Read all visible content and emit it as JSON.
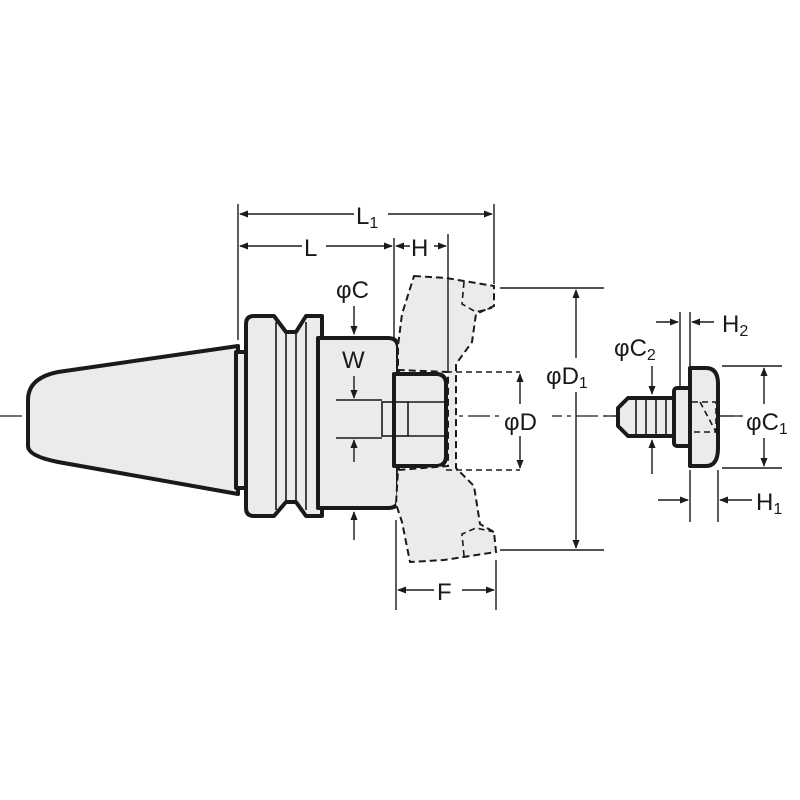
{
  "labels": {
    "L1": {
      "main": "L",
      "sub": "1"
    },
    "L": "L",
    "H": "H",
    "phiC": "φC",
    "W": "W",
    "phiD1": {
      "main": "φD",
      "sub": "1"
    },
    "phiD": "φD",
    "F": "F",
    "phiC2": {
      "main": "φC",
      "sub": "2"
    },
    "H2": {
      "main": "H",
      "sub": "2"
    },
    "phiC1": {
      "main": "φC",
      "sub": "1"
    },
    "H1": {
      "main": "H",
      "sub": "1"
    }
  },
  "colors": {
    "ink": "#1a1a1a",
    "fill": "#ebebeb",
    "background": "#ffffff"
  }
}
